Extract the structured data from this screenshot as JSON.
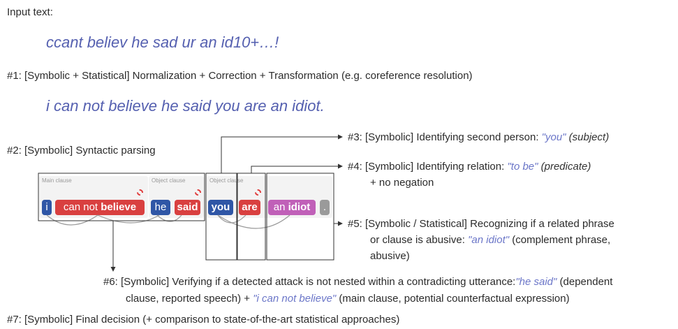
{
  "input_label": "Input text:",
  "input_text": "ccant believ he sad ur an id10+…!",
  "step1": "#1: [Symbolic + Statistical] Normalization + Correction + Transformation (e.g. coreference resolution)",
  "normalized_text": "i can not believe he said you are an idiot.",
  "step2": "#2: [Symbolic] Syntactic parsing",
  "step3": {
    "prefix": "#3: [Symbolic] Identifying second person: ",
    "quote": "\"you\"",
    "suffix": " (subject)"
  },
  "step4": {
    "prefix": "#4: [Symbolic] Identifying relation: ",
    "quote": "\"to be\"",
    "suffix": " (predicate)",
    "line2": "+ no negation"
  },
  "step5": {
    "line1": "#5: [Symbolic / Statistical] Recognizing if a related phrase",
    "line2_prefix": "or clause is abusive: ",
    "line2_quote": "\"an idiot\"",
    "line2_suffix": " (complement phrase,",
    "line3": "abusive)"
  },
  "step6": {
    "prefix": "#6: [Symbolic] Verifying if a detected attack is not nested within a contradicting utterance:",
    "quote1": "\"he said\"",
    "suffix1": " (dependent",
    "line2_prefix": "clause, reported speech) + ",
    "quote2": "\"i can not believe\"",
    "line2_suffix": " (main clause, potential counterfactual expression)"
  },
  "step7": "#7: [Symbolic] Final decision (+ comparison to state-of-the-art statistical approaches)",
  "parse": {
    "clauses": [
      "Main clause",
      "Object clause",
      "Object clause"
    ],
    "tokens": {
      "i": "i",
      "can_not": "can not ",
      "believe": "believe",
      "he": "he",
      "said": "said",
      "you": "you",
      "are": "are",
      "an": "an ",
      "idiot": "idiot",
      "period": "."
    }
  },
  "colors": {
    "subject_token": "#2f56a6",
    "verb_token": "#d94040",
    "complement_token": "#c060b8",
    "punct_token": "#9a9a9a",
    "quote_text": "#6b76c8"
  }
}
